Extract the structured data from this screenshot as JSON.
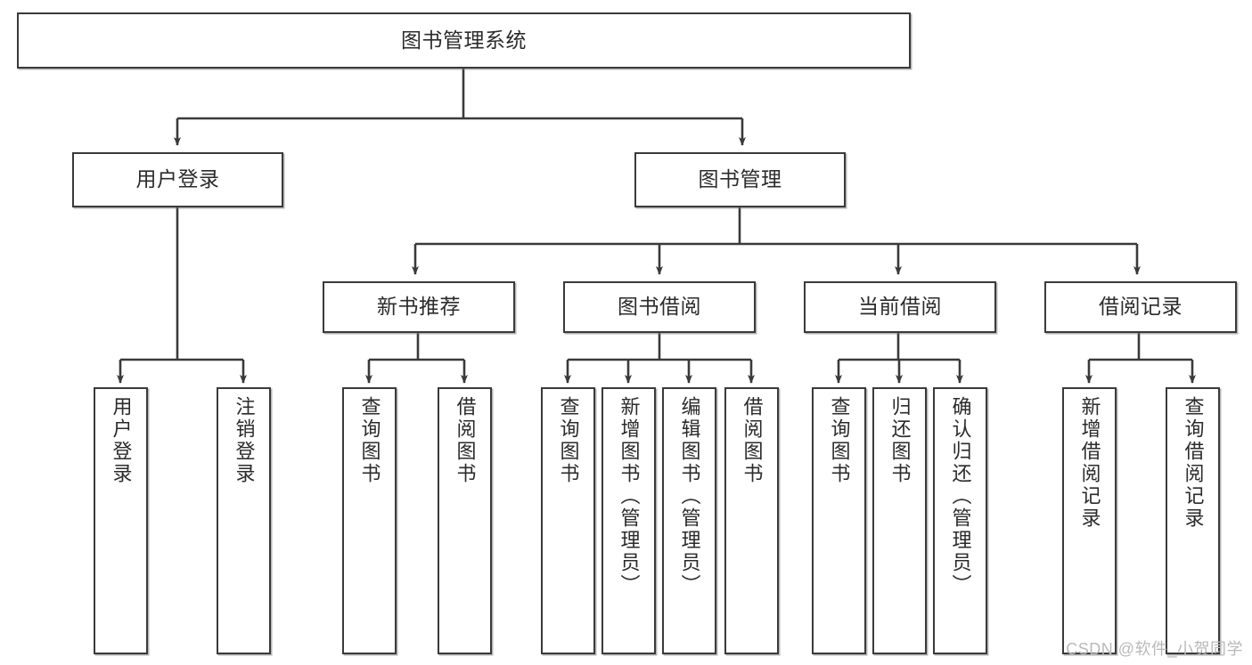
{
  "diagram": {
    "type": "tree-hierarchy-flowchart",
    "title": "图书管理系统",
    "watermark": "CSDN @软件_小贺同学",
    "colors": {
      "box_border": "#3a3a3a",
      "box_fill": "#ffffff",
      "edge": "#3a3a3a",
      "text": "#2b2b2b",
      "watermark": "#b9b9b9",
      "background": "#ffffff"
    },
    "levels": [
      {
        "level": 1,
        "nodes": [
          {
            "id": "root",
            "label": "图书管理系统",
            "orientation": "horizontal"
          }
        ]
      },
      {
        "level": 2,
        "nodes": [
          {
            "id": "login",
            "label": "用户登录",
            "orientation": "horizontal",
            "parent": "root"
          },
          {
            "id": "bookmgmt",
            "label": "图书管理",
            "orientation": "horizontal",
            "parent": "root"
          }
        ]
      },
      {
        "level": 3,
        "nodes": [
          {
            "id": "newbook",
            "label": "新书推荐",
            "orientation": "horizontal",
            "parent": "bookmgmt"
          },
          {
            "id": "borrow",
            "label": "图书借阅",
            "orientation": "horizontal",
            "parent": "bookmgmt"
          },
          {
            "id": "current",
            "label": "当前借阅",
            "orientation": "horizontal",
            "parent": "bookmgmt"
          },
          {
            "id": "records",
            "label": "借阅记录",
            "orientation": "horizontal",
            "parent": "bookmgmt"
          }
        ]
      },
      {
        "level": 4,
        "nodes": [
          {
            "id": "leaf1",
            "label": "用户登录",
            "orientation": "vertical",
            "parent": "login"
          },
          {
            "id": "leaf2",
            "label": "注销登录",
            "orientation": "vertical",
            "parent": "login"
          },
          {
            "id": "leaf3",
            "label": "查询图书",
            "orientation": "vertical",
            "parent": "newbook"
          },
          {
            "id": "leaf4",
            "label": "借阅图书",
            "orientation": "vertical",
            "parent": "newbook"
          },
          {
            "id": "leaf5",
            "label": "查询图书",
            "orientation": "vertical",
            "parent": "borrow"
          },
          {
            "id": "leaf6",
            "label": "新增图书（管理员）",
            "orientation": "vertical",
            "parent": "borrow"
          },
          {
            "id": "leaf7",
            "label": "编辑图书（管理员）",
            "orientation": "vertical",
            "parent": "borrow"
          },
          {
            "id": "leaf8",
            "label": "借阅图书",
            "orientation": "vertical",
            "parent": "borrow"
          },
          {
            "id": "leaf9",
            "label": "查询图书",
            "orientation": "vertical",
            "parent": "current"
          },
          {
            "id": "leaf10",
            "label": "归还图书",
            "orientation": "vertical",
            "parent": "current"
          },
          {
            "id": "leaf11",
            "label": "确认归还（管理员）",
            "orientation": "vertical",
            "parent": "current"
          },
          {
            "id": "leaf12",
            "label": "新增借阅记录",
            "orientation": "vertical",
            "parent": "records"
          },
          {
            "id": "leaf13",
            "label": "查询借阅记录",
            "orientation": "vertical",
            "parent": "records"
          }
        ]
      }
    ]
  }
}
